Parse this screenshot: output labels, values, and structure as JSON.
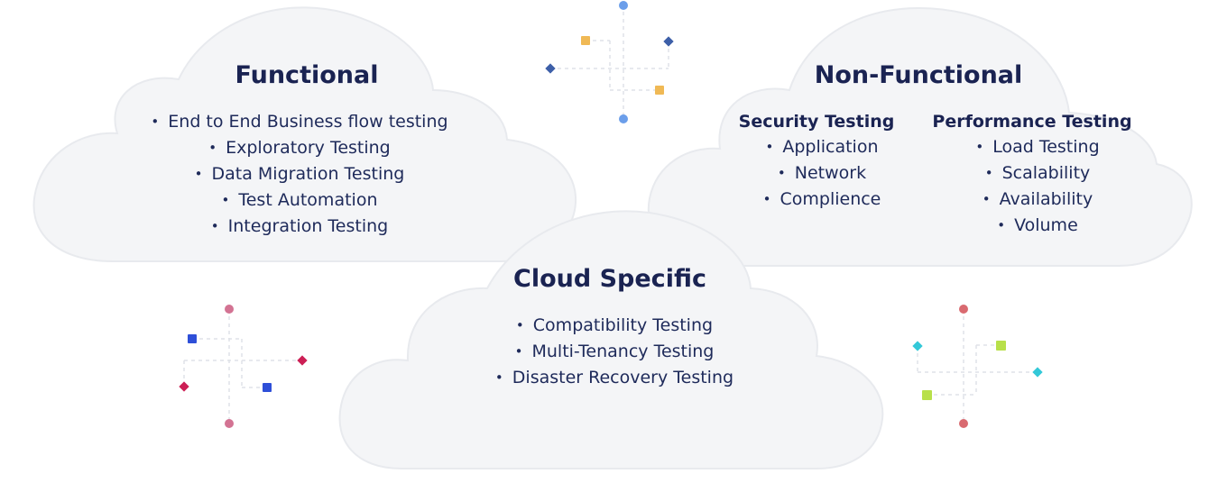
{
  "functional": {
    "title": "Functional",
    "items": [
      "End to End Business flow testing",
      "Exploratory Testing",
      "Data Migration Testing",
      "Test Automation",
      "Integration Testing"
    ]
  },
  "non_functional": {
    "title": "Non-Functional",
    "security": {
      "title": "Security Testing",
      "items": [
        "Application",
        "Network",
        "Complience"
      ]
    },
    "performance": {
      "title": "Performance Testing",
      "items": [
        "Load Testing",
        "Scalability",
        "Availability",
        "Volume"
      ]
    }
  },
  "cloud_specific": {
    "title": "Cloud Specific",
    "items": [
      "Compatibility Testing",
      "Multi-Tenancy Testing",
      "Disaster Recovery Testing"
    ]
  },
  "colors": {
    "cloud_fill": "#f4f5f7",
    "cloud_stroke": "#e8eaee",
    "heading": "#1a2352",
    "text": "#1e2a5a",
    "connector_line": "#dfe2e8"
  },
  "decorations": [
    {
      "name": "top-connector-graphic",
      "colors": [
        "#6b9eea",
        "#f0b955",
        "#3d5fa8"
      ]
    },
    {
      "name": "left-connector-graphic",
      "colors": [
        "#d37393",
        "#2e4fd8",
        "#cc1f55"
      ]
    },
    {
      "name": "right-connector-graphic",
      "colors": [
        "#d96a70",
        "#33c8d8",
        "#b8e04a"
      ]
    }
  ]
}
